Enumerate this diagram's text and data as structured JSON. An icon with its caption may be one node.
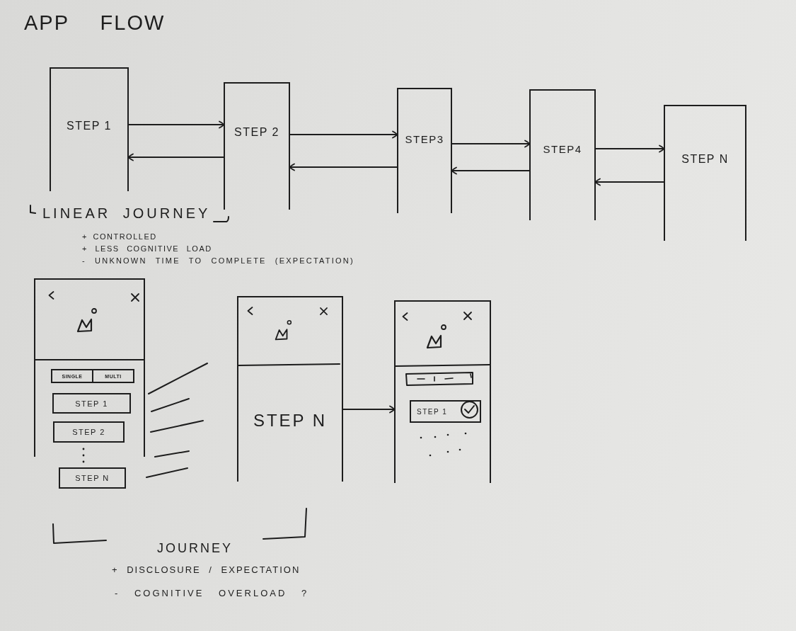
{
  "diagram": {
    "title": "APP FLOW",
    "nodes": [
      {
        "text": [
          "STEP 1"
        ]
      },
      {
        "text": [
          "STEP 2"
        ]
      },
      {
        "text": [
          "STEP3"
        ]
      },
      {
        "text": [
          "STEP4"
        ]
      },
      {
        "text": [
          "STEP N"
        ]
      },
      {
        "text": [],
        "shape": "box"
      },
      {
        "text": [
          "SINGLE",
          "MULTI"
        ],
        "in": 5
      },
      {
        "text": [
          "STEP 1"
        ],
        "in": 5
      },
      {
        "text": [
          "STEP 2"
        ],
        "in": 5
      },
      {
        "text": [
          "STEP N"
        ]
      },
      {
        "text": [
          "STEP N"
        ]
      },
      {
        "text": [],
        "shape": "box"
      },
      {
        "text": [
          "STEP 1"
        ],
        "in": 11
      }
    ],
    "edges": [
      {
        "from": 0,
        "to": 1,
        "arrow": "to"
      },
      {
        "from": 1,
        "to": 0,
        "arrow": "to"
      },
      {
        "from": 1,
        "to": 2,
        "arrow": "to"
      },
      {
        "from": 2,
        "to": 1,
        "arrow": "to"
      },
      {
        "from": 2,
        "to": 3,
        "arrow": "to"
      },
      {
        "from": 3,
        "to": 2,
        "arrow": "to"
      },
      {
        "from": 3,
        "to": 4,
        "arrow": "to"
      },
      {
        "from": 4,
        "to": 3,
        "arrow": "to"
      },
      {
        "from": 10,
        "to": 11,
        "arrow": "to"
      }
    ],
    "labels": [
      "LINEAR JOURNEY",
      "+ CONTROLLED",
      "+ LESS COGNITIVE LOAD",
      "- UNKNOWN TIME TO COMPLETE (EXPECTATION)",
      "JOURNEY",
      "+ DISCLOSURE / EXPECTATION",
      "- COGNITIVE OVERLOAD ?"
    ]
  }
}
